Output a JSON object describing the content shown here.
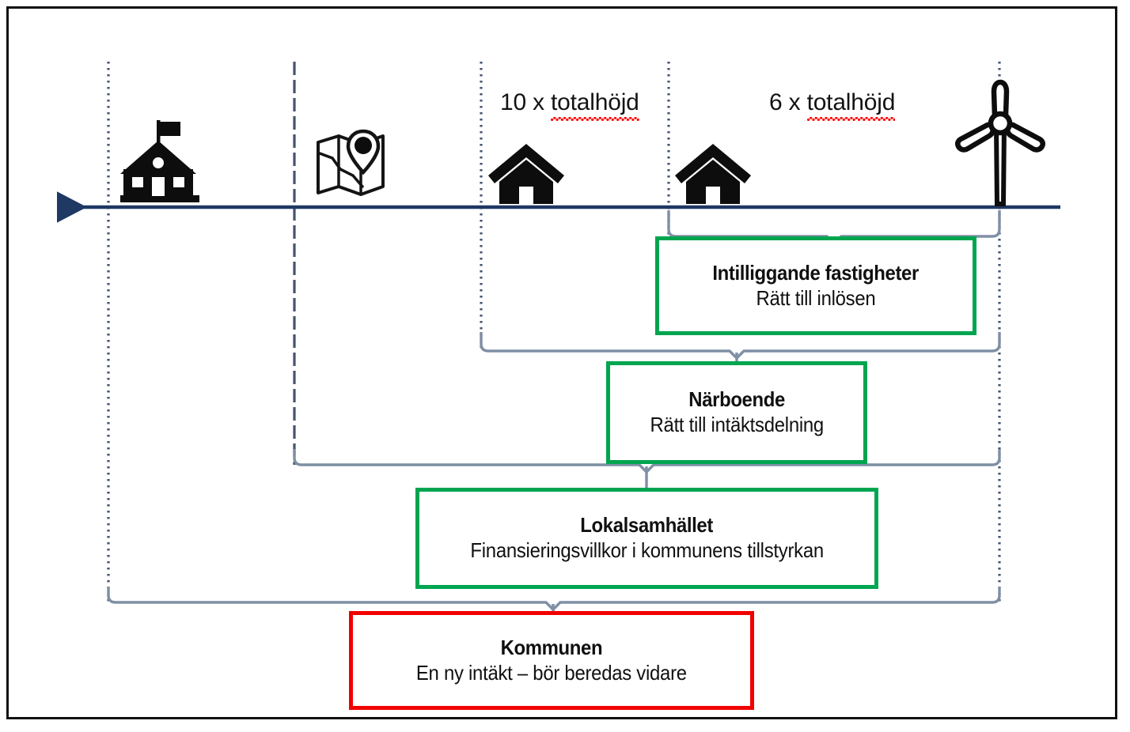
{
  "diagram": {
    "title": "Vindkraft ersattningsmodell tidslinje",
    "colors": {
      "green": "#00a550",
      "red": "#f10000",
      "axis": "#1f3864",
      "bracket": "#7f8fa4",
      "frame": "#111111",
      "spellcheck": "#ff0000"
    },
    "axis": {
      "name": "distance-axis",
      "arrow_direction": "left"
    },
    "scale_labels": [
      {
        "id": "label-10x",
        "prefix": "10 x ",
        "word": "totalhöjd"
      },
      {
        "id": "label-6x",
        "prefix": "6 x ",
        "word": "totalhöjd"
      }
    ],
    "icons": [
      {
        "id": "school-icon",
        "name": "school-building-icon"
      },
      {
        "id": "map-icon",
        "name": "map-location-pin-icon"
      },
      {
        "id": "house-icon-1",
        "name": "house-icon"
      },
      {
        "id": "house-icon-2",
        "name": "house-icon"
      },
      {
        "id": "turbine-icon",
        "name": "wind-turbine-icon"
      }
    ],
    "boxes": [
      {
        "id": "box-intilliggande-fastigheter",
        "title": "Intilliggande fastigheter",
        "subtitle": "Rätt till inlösen",
        "border": "green"
      },
      {
        "id": "box-narboende",
        "title": "Närboende",
        "subtitle": "Rätt till intäktsdelning",
        "border": "green"
      },
      {
        "id": "box-lokalsamhallet",
        "title": "Lokalsamhället",
        "subtitle": "Finansieringsvillkor i kommunens tillstyrkan",
        "border": "green"
      },
      {
        "id": "box-kommunen",
        "title": "Kommunen",
        "subtitle": "En ny intäkt – bör beredas vidare",
        "border": "red"
      }
    ]
  }
}
